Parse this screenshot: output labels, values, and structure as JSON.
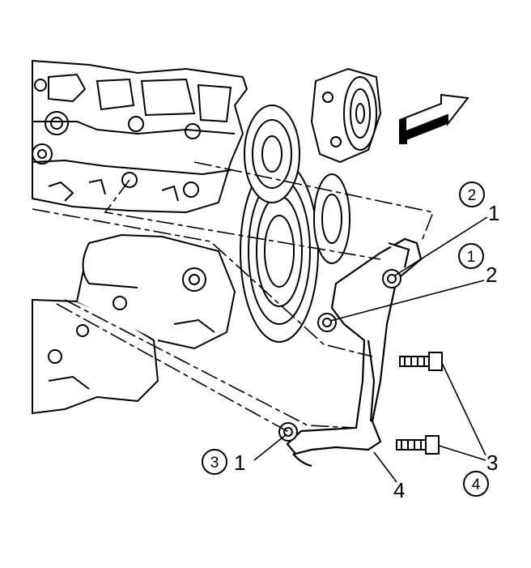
{
  "callouts": [
    {
      "id": "c1a",
      "label": "1"
    },
    {
      "id": "c1b",
      "label": "1"
    },
    {
      "id": "c2",
      "label": "2"
    },
    {
      "id": "c3",
      "label": "3"
    },
    {
      "id": "c4",
      "label": "4"
    }
  ],
  "sequence": [
    {
      "id": "s2",
      "label": "2"
    },
    {
      "id": "s1",
      "label": "1"
    },
    {
      "id": "s3",
      "label": "3"
    },
    {
      "id": "s4",
      "label": "4"
    }
  ],
  "icons": {
    "direction": "front-arrow-icon"
  }
}
